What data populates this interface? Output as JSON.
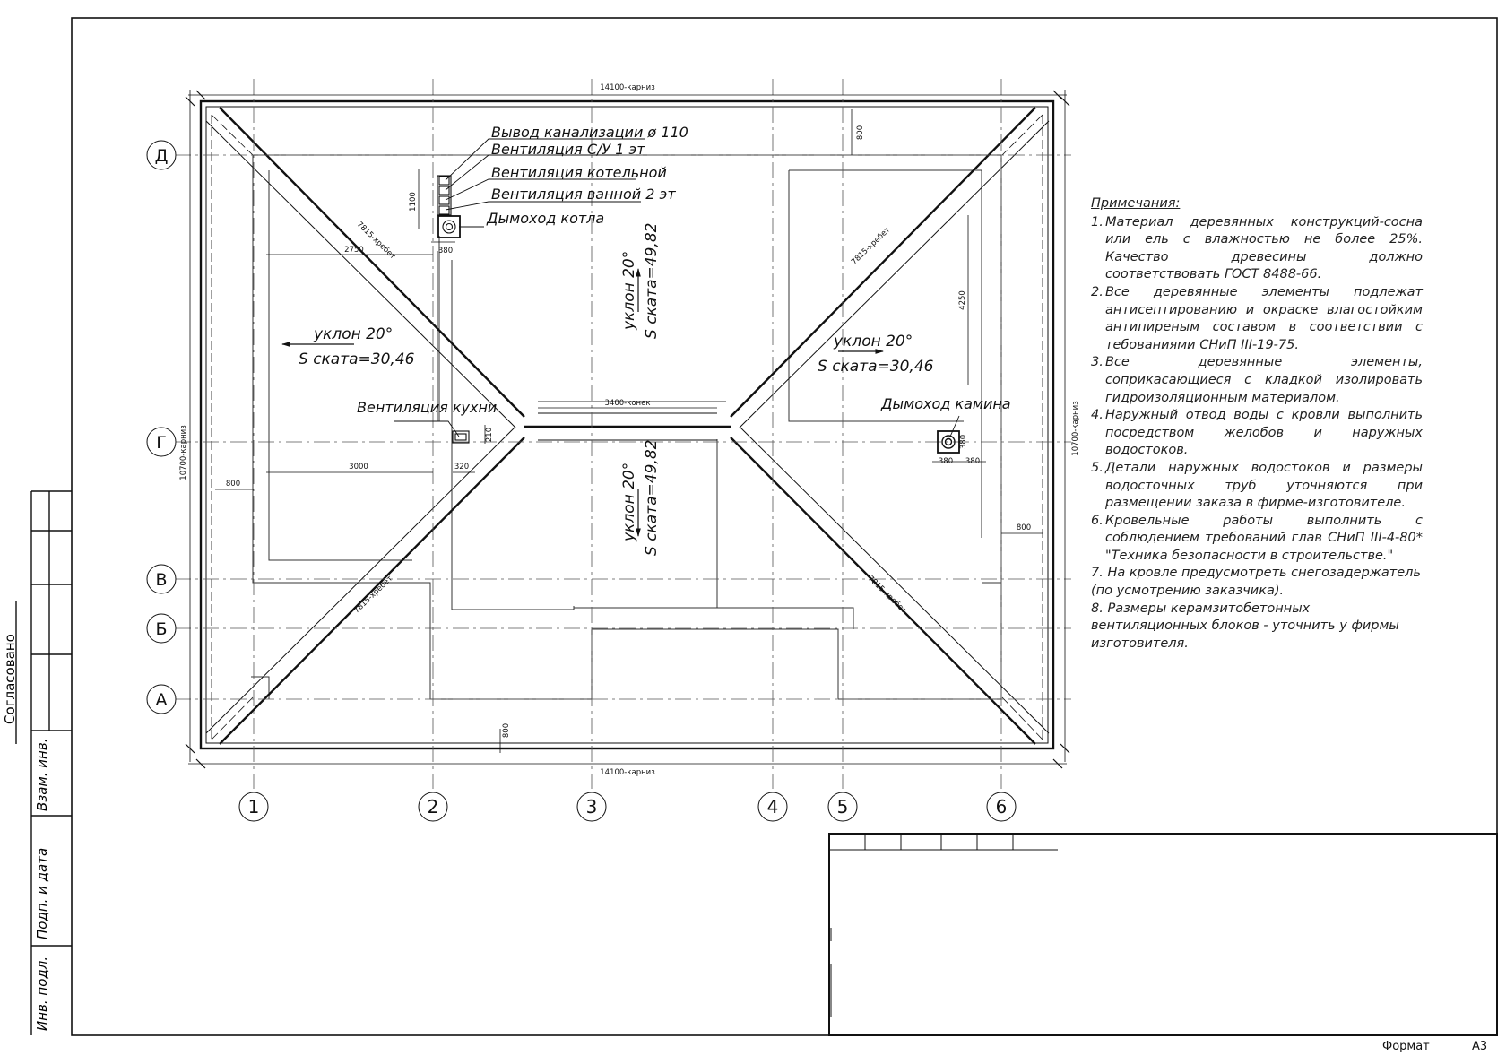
{
  "axes": {
    "letters": [
      "Д",
      "Г",
      "В",
      "Б",
      "А"
    ],
    "numbers": [
      "1",
      "2",
      "3",
      "4",
      "5",
      "6"
    ]
  },
  "dimensions": {
    "eaves_top": "14100-карниз",
    "eaves_bottom": "14100-карниз",
    "eaves_left": "10700-карниз",
    "eaves_right": "10700-карниз",
    "ridge": "3400-конек",
    "hip_tl": "7815-хребет",
    "hip_tr": "7815-хребет",
    "hip_bl": "7815-хребет",
    "hip_br": "7815-хребет",
    "d800_top": "800",
    "d800_left": "800",
    "d800_right": "800",
    "d800_bottom": "800",
    "d1100": "1100",
    "d380_vent": "380",
    "d2750": "2750",
    "d3000": "3000",
    "d320": "320",
    "d210": "210",
    "d4250": "4250",
    "d380_a": "380",
    "d380_b": "380",
    "d380_c": "380"
  },
  "labels": {
    "sewer": "Вывод канализации ø 110",
    "vent_wc": "Вентиляция С/У 1 эт",
    "vent_boiler": "Вентиляция котельной",
    "vent_bath": "Вентиляция ванной 2 эт",
    "chimney_boiler": "Дымоход котла",
    "vent_kitchen": "Вентиляция кухни",
    "chimney_fireplace": "Дымоход камина"
  },
  "slopes": {
    "left": {
      "slope": "уклон 20°",
      "area": "S ската=30,46"
    },
    "right": {
      "slope": "уклон 20°",
      "area": "S ската=30,46"
    },
    "top": {
      "slope": "уклон 20°",
      "area": "S ската=49,82"
    },
    "bottom": {
      "slope": "уклон 20°",
      "area": "S ската=49,82"
    }
  },
  "notes": {
    "title": "Примечания:",
    "items": [
      {
        "num": "1.",
        "text": "Материал деревянных конструкций-сосна или ель с влажностью не более 25%. Качество древесины должно соответствовать ГОСТ 8488-66."
      },
      {
        "num": "2.",
        "text": "Все деревянные элементы подлежат антисептированию и окраске влагостойким антипиреным составом в соответствии с тебованиями СНиП III-19-75."
      },
      {
        "num": "3.",
        "text": "Все деревянные элементы, соприкасающиеся с кладкой изолировать гидроизоляционным материалом."
      },
      {
        "num": "4.",
        "text": "Наружный отвод воды с кровли выполнить посредством желобов и наружных водостоков."
      },
      {
        "num": "5.",
        "text": "Детали наружных водостоков и размеры водосточных труб уточняются при размещении заказа в фирме-изготовителе."
      },
      {
        "num": "6.",
        "text": "Кровельные работы выполнить с соблюдением требований глав СНиП III-4-80* \"Техника безопасности в строительстве.\""
      }
    ],
    "item7": "7. На кровле предусмотреть снегозадержатель (по усмотрению заказчика).",
    "item8": "8. Размеры керамзитобетонных вентиляционных блоков - уточнить у фирмы изготовителя."
  },
  "side_stamp": {
    "agreed": "Согласовано",
    "replace_inv": "Взам. инв.",
    "sign_date": "Подп. и дата",
    "inv_orig": "Инв. подл."
  },
  "format": {
    "label": "Формат",
    "value": "А3"
  }
}
